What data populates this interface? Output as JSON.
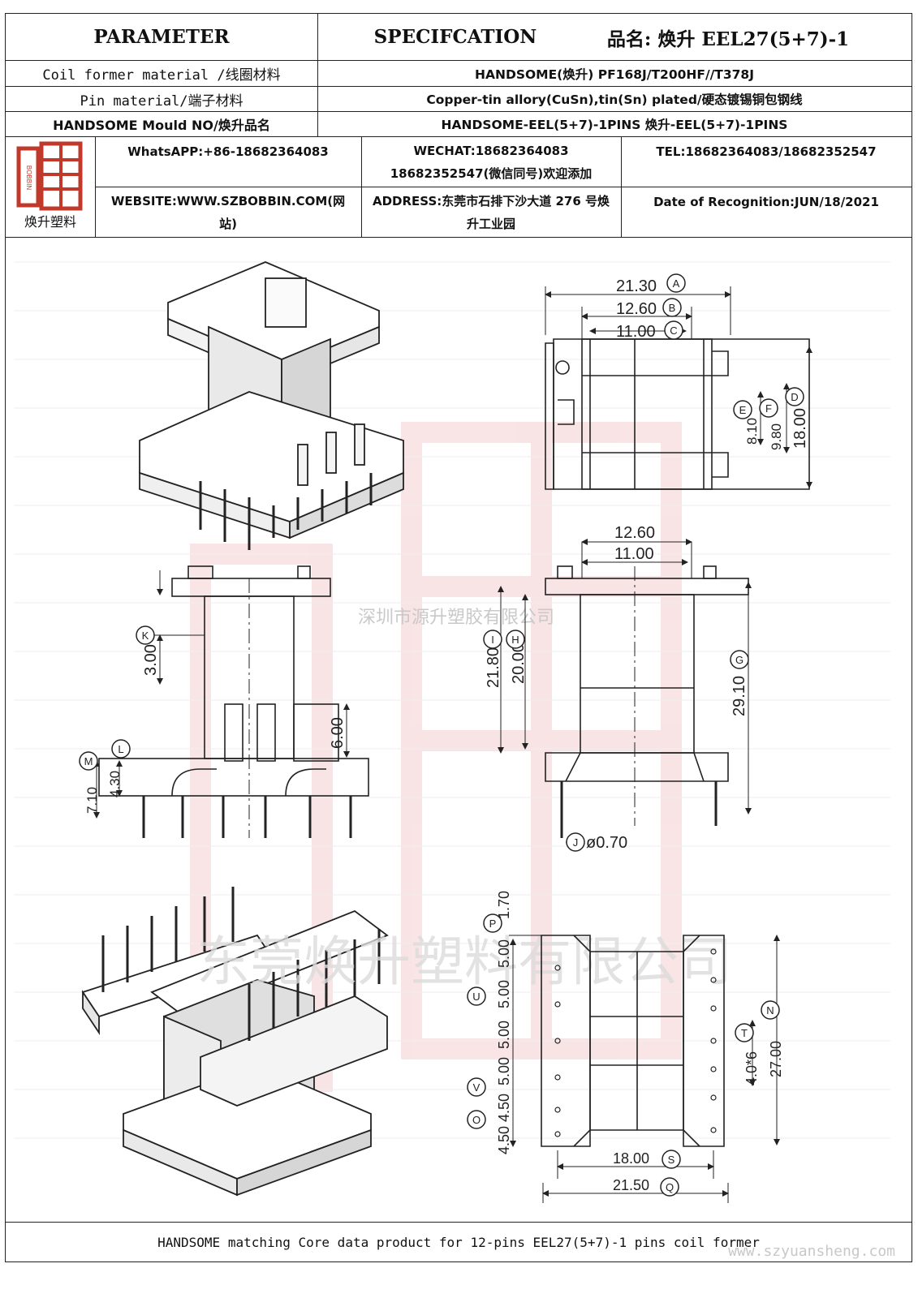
{
  "header": {
    "parameter": "PARAMETER",
    "specification": "SPECIFCATION",
    "product_name": "品名: 焕升 EEL27(5+7)-1"
  },
  "rows": [
    {
      "label": "Coil former material /线圈材料",
      "value": "HANDSOME(焕升)   PF168J/T200HF//T378J"
    },
    {
      "label": "Pin material/端子材料",
      "value": "Copper-tin allory(CuSn),tin(Sn) plated/硬态镀锡铜包钢线"
    },
    {
      "label": "HANDSOME Mould NO/焕升品名",
      "value": "HANDSOME-EEL(5+7)-1PINS    焕升-EEL(5+7)-1PINS"
    }
  ],
  "company": {
    "logo_caption": "焕升塑料",
    "logo_text": "BOBBIN",
    "whatsapp": "WhatsAPP:+86-18682364083",
    "wechat_line1": "WECHAT:18682364083",
    "wechat_line2": "18682352547(微信同号)欢迎添加",
    "tel": "TEL:18682364083/18682352547",
    "website": "WEBSITE:WWW.SZBOBBIN.COM(网站)",
    "address": "ADDRESS:东莞市石排下沙大道 276 号焕升工业园",
    "date": "Date of Recognition:JUN/18/2021"
  },
  "drawing": {
    "watermark_center": "深圳市源升塑胶有限公司",
    "watermark_bottom": "东莞焕升塑料有限公司",
    "top_view_dims": {
      "A": "21.30",
      "B": "12.60",
      "C": "11.00",
      "D": "18.00",
      "E": "8.10",
      "F": "9.80"
    },
    "front_view_dims": {
      "K": "3.00",
      "L": "4.30",
      "M": "7.10",
      "h6": "6.00"
    },
    "side_view_dims": {
      "w1": "12.60",
      "w2": "11.00",
      "G": "29.10",
      "H": "20.00",
      "I": "21.80",
      "J": "ø0.70"
    },
    "bottom_view_dims": {
      "P": "1.70",
      "p1": "5.00",
      "U": "5.00",
      "p3": "5.00",
      "p4": "5.00",
      "V": "4.50",
      "O": "4.50",
      "N": "27.00",
      "T": "4.0*6",
      "S": "18.00",
      "Q": "21.50"
    },
    "labels": {
      "A": "A",
      "B": "B",
      "C": "C",
      "D": "D",
      "E": "E",
      "F": "F",
      "G": "G",
      "H": "H",
      "I": "I",
      "J": "J",
      "K": "K",
      "L": "L",
      "M": "M",
      "N": "N",
      "O": "O",
      "P": "P",
      "Q": "Q",
      "S": "S",
      "T": "T",
      "U": "U",
      "V": "V"
    }
  },
  "footer": {
    "text": "HANDSOME matching Core data  product for 12-pins EEL27(5+7)-1 pins coil former",
    "url": "www.szyuansheng.com"
  }
}
